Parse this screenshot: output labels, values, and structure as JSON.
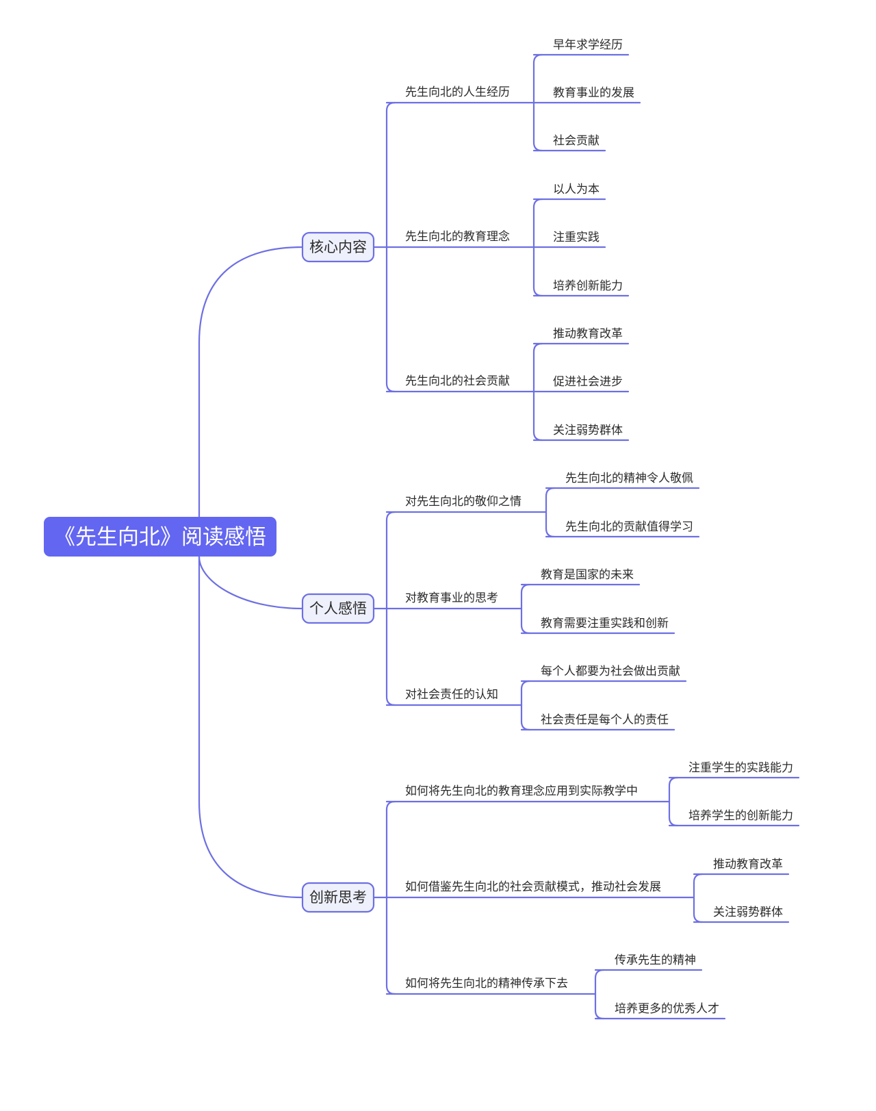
{
  "root": {
    "label": "《先生向北》阅读感悟"
  },
  "branches": [
    {
      "label": "核心内容",
      "children": [
        {
          "label": "先生向北的人生经历",
          "children": [
            "早年求学经历",
            "教育事业的发展",
            "社会贡献"
          ]
        },
        {
          "label": "先生向北的教育理念",
          "children": [
            "以人为本",
            "注重实践",
            "培养创新能力"
          ]
        },
        {
          "label": "先生向北的社会贡献",
          "children": [
            "推动教育改革",
            "促进社会进步",
            "关注弱势群体"
          ]
        }
      ]
    },
    {
      "label": "个人感悟",
      "children": [
        {
          "label": "对先生向北的敬仰之情",
          "children": [
            "先生向北的精神令人敬佩",
            "先生向北的贡献值得学习"
          ]
        },
        {
          "label": "对教育事业的思考",
          "children": [
            "教育是国家的未来",
            "教育需要注重实践和创新"
          ]
        },
        {
          "label": "对社会责任的认知",
          "children": [
            "每个人都要为社会做出贡献",
            "社会责任是每个人的责任"
          ]
        }
      ]
    },
    {
      "label": "创新思考",
      "children": [
        {
          "label": "如何将先生向北的教育理念应用到实际教学中",
          "children": [
            "注重学生的实践能力",
            "培养学生的创新能力"
          ]
        },
        {
          "label": "如何借鉴先生向北的社会贡献模式，推动社会发展",
          "children": [
            "推动教育改革",
            "关注弱势群体"
          ]
        },
        {
          "label": "如何将先生向北的精神传承下去",
          "children": [
            "传承先生的精神",
            "培养更多的优秀人才"
          ]
        }
      ]
    }
  ],
  "colors": {
    "line": "#6d6fe3",
    "root_fill": "#6366f1",
    "category_fill": "#eef0fb",
    "text": "#2b2b2b"
  }
}
